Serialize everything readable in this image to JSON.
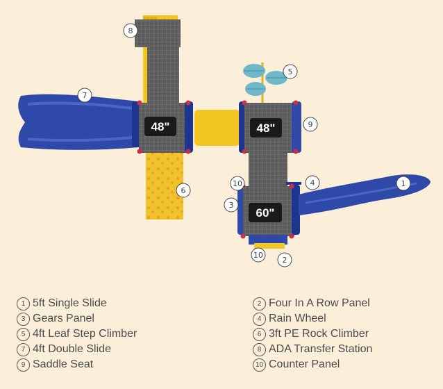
{
  "decks": [
    {
      "id": "deck-left",
      "height_label": "48\""
    },
    {
      "id": "deck-right",
      "height_label": "48\""
    },
    {
      "id": "deck-bottom",
      "height_label": "60\""
    }
  ],
  "callouts": [
    "8",
    "7",
    "5",
    "9",
    "10",
    "4",
    "1",
    "6",
    "3",
    "10",
    "2"
  ],
  "legend": [
    {
      "num": "1",
      "label": "5ft Single Slide"
    },
    {
      "num": "2",
      "label": "Four In A Row Panel"
    },
    {
      "num": "3",
      "label": "Gears Panel"
    },
    {
      "num": "4",
      "label": "Rain Wheel"
    },
    {
      "num": "5",
      "label": "4ft Leaf Step Climber"
    },
    {
      "num": "6",
      "label": "3ft PE Rock Climber"
    },
    {
      "num": "7",
      "label": "4ft Double Slide"
    },
    {
      "num": "8",
      "label": "ADA Transfer Station"
    },
    {
      "num": "9",
      "label": "Saddle Seat"
    },
    {
      "num": "10",
      "label": "Counter Panel"
    }
  ],
  "colors": {
    "background": "#fcefd9",
    "slide_blue": "#2e49a8",
    "post_yellow": "#f3c623",
    "deck_gray": "#5b5b5b",
    "leaf_teal": "#6fb8c9",
    "clamp_red": "#c8304a"
  }
}
